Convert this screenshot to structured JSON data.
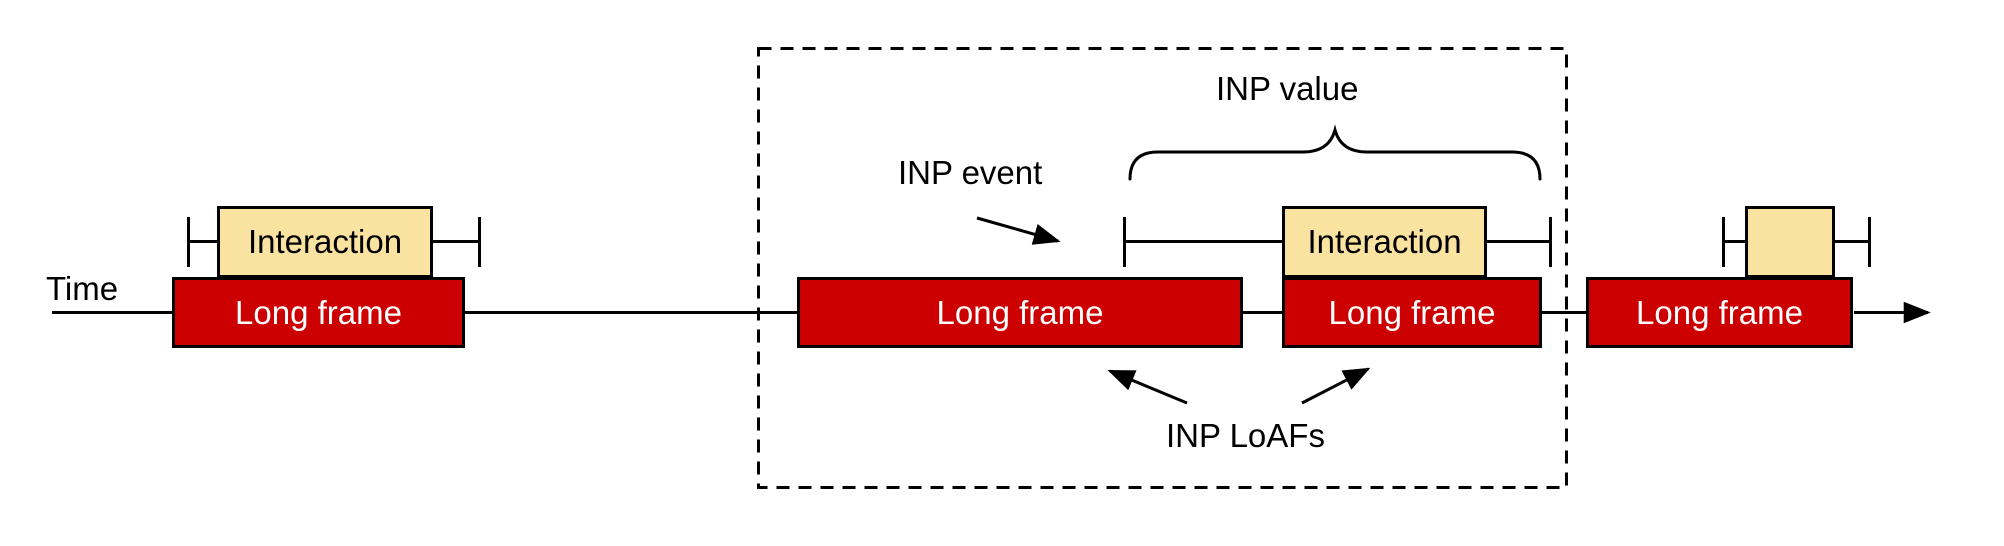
{
  "labels": {
    "time": "Time",
    "inp_event": "INP event",
    "inp_value": "INP value",
    "inp_loafs": "INP LoAFs"
  },
  "frames": [
    {
      "label": "Long frame"
    },
    {
      "label": "Long frame"
    },
    {
      "label": "Long frame"
    },
    {
      "label": "Long frame"
    }
  ],
  "interactions": [
    {
      "label": "Interaction"
    },
    {
      "label": "Interaction"
    },
    {
      "label": ""
    }
  ],
  "colors": {
    "frame_fill": "#cc0000",
    "frame_text": "#ffffff",
    "interaction_fill": "#fae3a1",
    "line": "#000000",
    "background": "#ffffff"
  }
}
